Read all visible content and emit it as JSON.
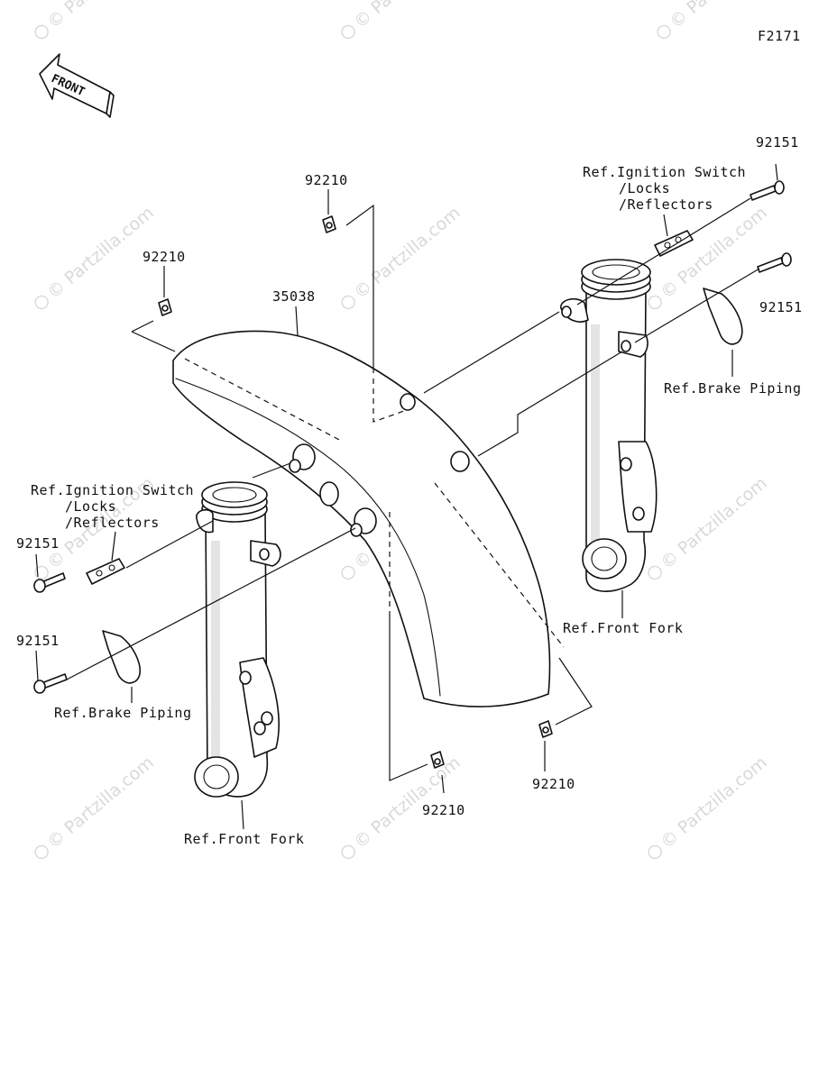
{
  "figure_code": "F2171",
  "front_arrow_label": "FRONT",
  "watermark": "© Partzilla.com",
  "parts": {
    "fender": "35038",
    "nut_top_left": "92210",
    "nut_top_center": "92210",
    "nut_bottom_center": "92210",
    "nut_bottom_right": "92210",
    "bolt_right_upper": "92151",
    "bolt_right_lower": "92151",
    "bolt_left_upper": "92151",
    "bolt_left_lower": "92151"
  },
  "references": {
    "ignition_right": [
      "Ref.Ignition Switch",
      "/Locks",
      "/Reflectors"
    ],
    "ignition_left": [
      "Ref.Ignition Switch",
      "/Locks",
      "/Reflectors"
    ],
    "brake_right": "Ref.Brake Piping",
    "brake_left": "Ref.Brake Piping",
    "fork_right": "Ref.Front Fork",
    "fork_left": "Ref.Front Fork"
  }
}
